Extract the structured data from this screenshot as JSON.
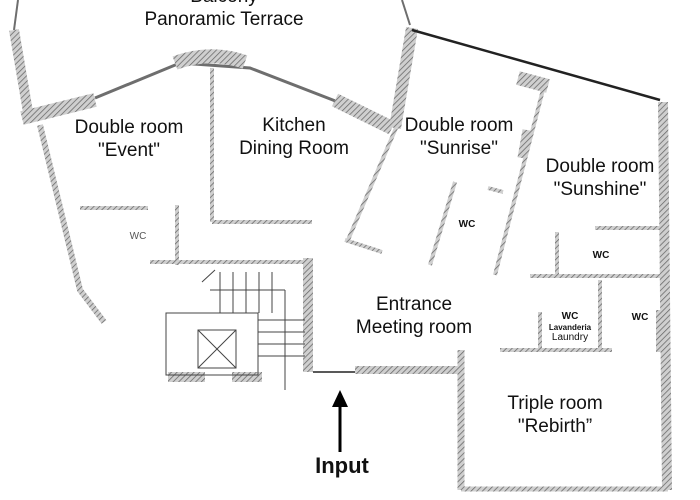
{
  "title": "Floor plan",
  "rooms": {
    "terrace": {
      "line1": "Balcony",
      "line2": "Panoramic Terrace"
    },
    "event": {
      "line1": "Double room",
      "line2": "\"Event\""
    },
    "kitchen": {
      "line1": "Kitchen",
      "line2": "Dining Room"
    },
    "sunrise": {
      "line1": "Double room",
      "line2": "\"Sunrise\""
    },
    "sunshine": {
      "line1": "Double room",
      "line2": "\"Sunshine\""
    },
    "entrance": {
      "line1": "Entrance",
      "line2": "Meeting room"
    },
    "rebirth": {
      "line1": "Triple room",
      "line2": "\"Rebirth”"
    }
  },
  "wcs": {
    "event": "WC",
    "sunrise": "WC",
    "sunshine": "WC",
    "laundry": "WC",
    "right": "WC"
  },
  "laundry": {
    "it": "Lavanderia",
    "en": "Laundry"
  },
  "entrance_marker": "Input",
  "colors": {
    "wall": "#7a7a7a",
    "text": "#111111"
  }
}
